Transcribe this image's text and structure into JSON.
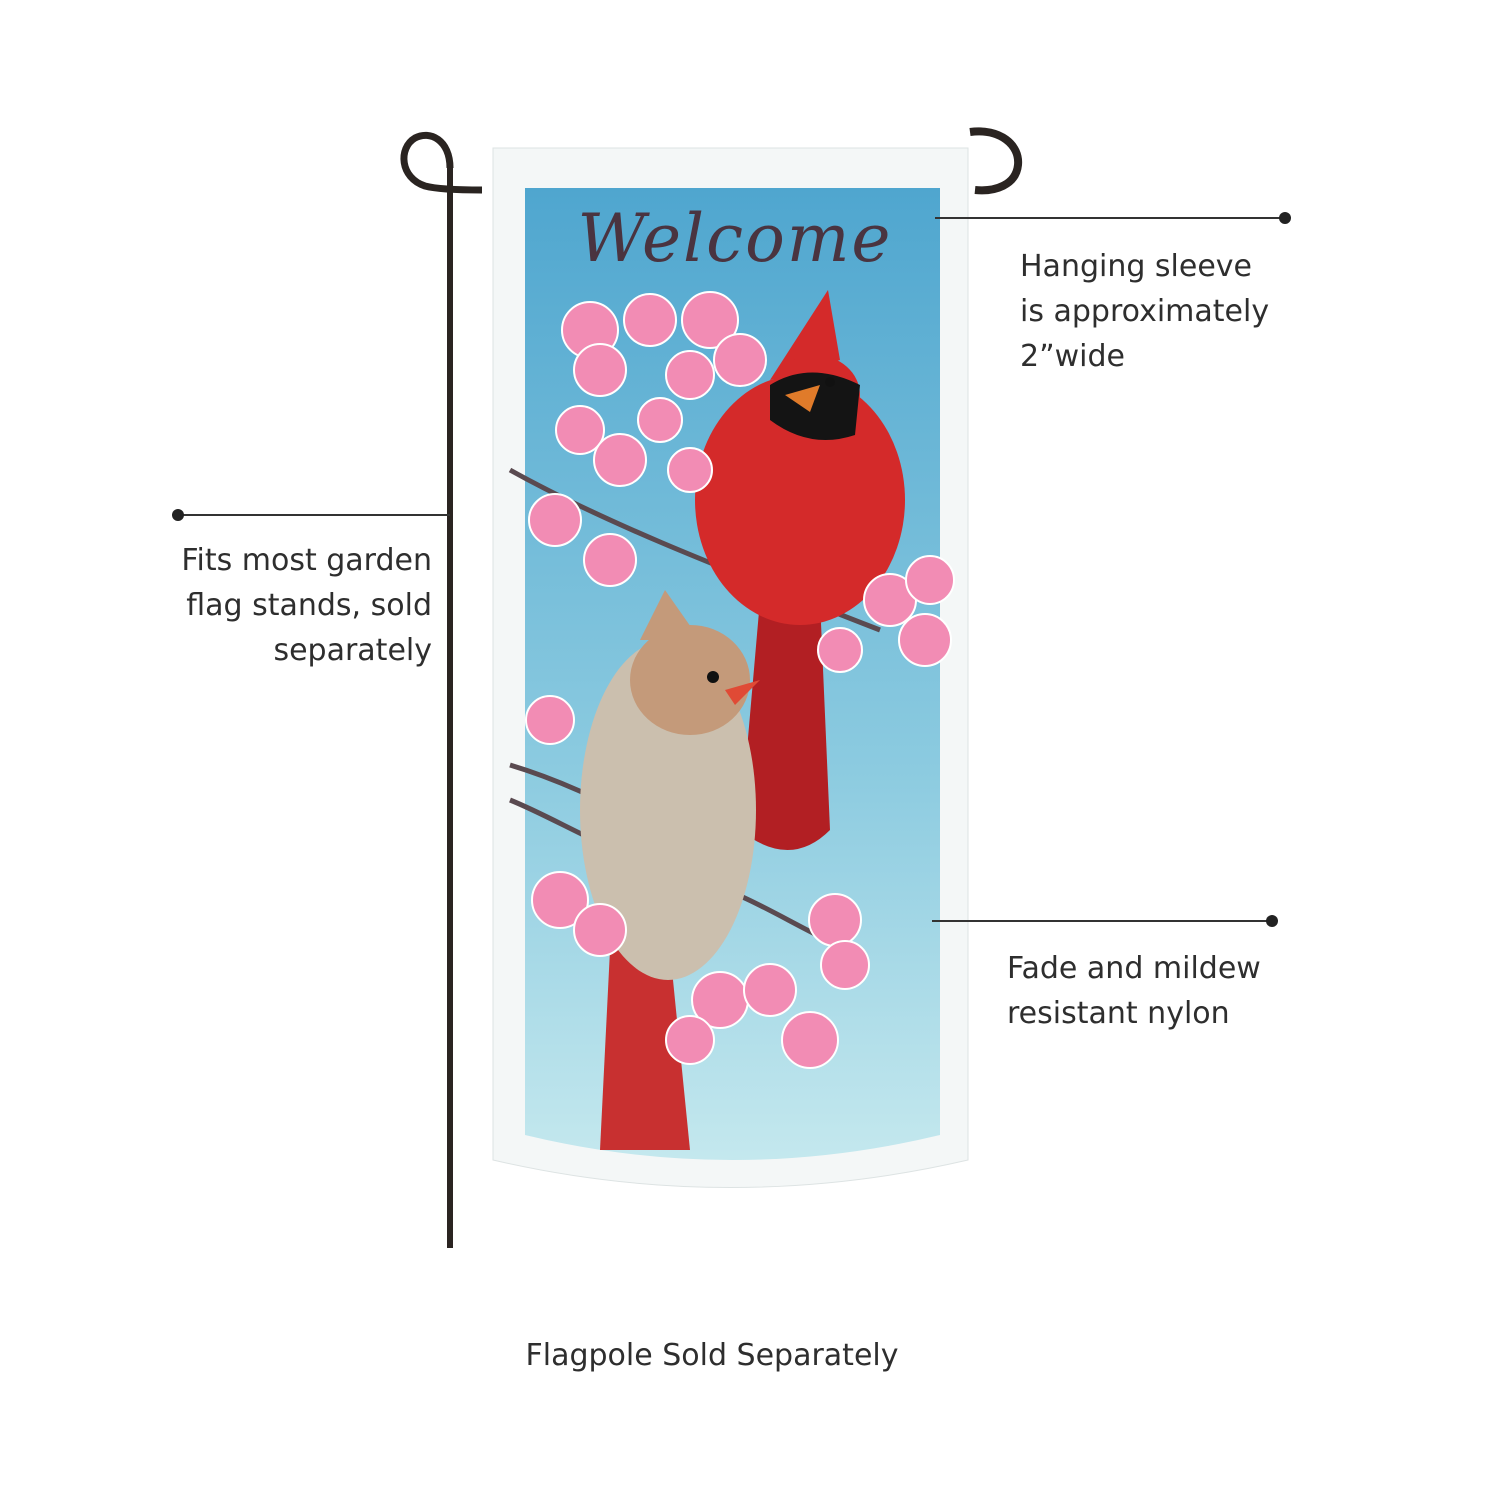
{
  "flag": {
    "greeting": "Welcome",
    "colors": {
      "sky_top": "#4fa6cf",
      "sky_bottom": "#bfe7ee",
      "border": "#f3f6f6",
      "male_cardinal": "#d42a2a",
      "blossom": "#f28cb4",
      "pole": "#2a2421"
    }
  },
  "callouts": {
    "sleeve": [
      "Hanging sleeve",
      "is approximately",
      "2”wide"
    ],
    "stand": [
      "Fits most garden",
      "flag stands, sold",
      "separately"
    ],
    "material": [
      "Fade and mildew",
      "resistant nylon"
    ]
  },
  "caption": "Flagpole Sold Separately"
}
